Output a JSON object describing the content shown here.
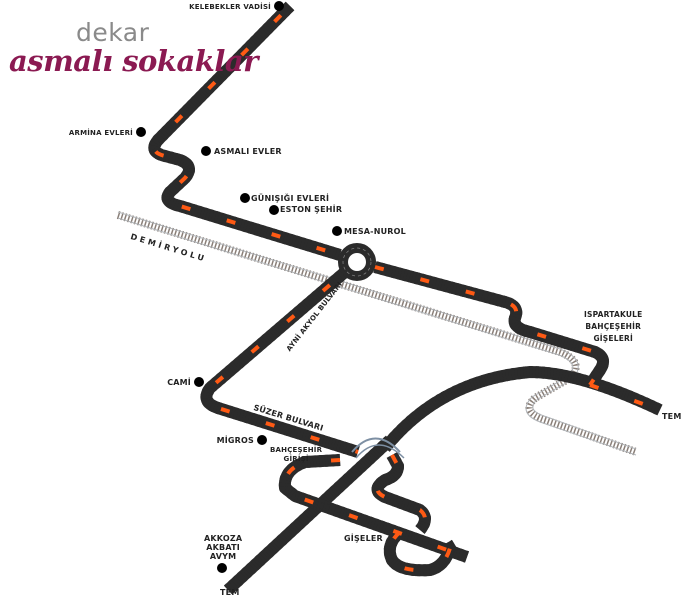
{
  "brand": {
    "company": "dekar",
    "project": "asmalı sokaklar"
  },
  "places": {
    "kelebekler": "KELEBEKLER VADİSİ",
    "armina": "ARMİNA EVLERİ",
    "asmali_evler": "ASMALI EVLER",
    "gunisigi": "GÜNIŞIĞI EVLERİ",
    "eston": "ESTON ŞEHİR",
    "mesa": "MESA-NUROL",
    "cami": "CAMİ",
    "migros": "MİGROS",
    "akkoza": [
      "AKKOZA",
      "AKBATI",
      "AVYM"
    ]
  },
  "roads": {
    "demiryolu": "DEMİRYOLU",
    "ayni_akyol": "AYNİ AKYOL BULVARI",
    "suzer": "SÜZER BULVARI",
    "bahcesehir_girisi": [
      "BAHÇEŞEHİR",
      "GİRİŞİ"
    ],
    "ispartakule": [
      "ISPARTAKULE",
      "BAHÇEŞEHİR",
      "GİŞELERİ"
    ],
    "giseler": "GİŞELER",
    "tem_right": "TEM",
    "tem_bottom": "TEM"
  },
  "colors": {
    "road": "#2b2b2b",
    "arrow": "#ff5a14",
    "brand": "#8b1a52"
  }
}
